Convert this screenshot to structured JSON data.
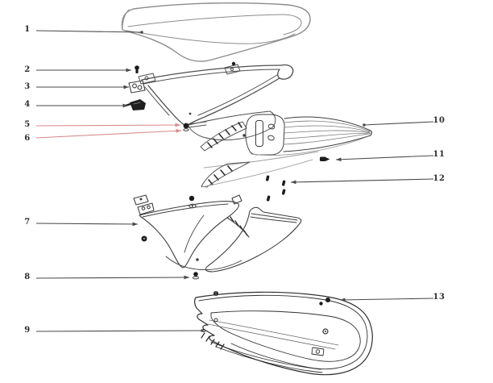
{
  "diagram": {
    "kind": "exploded-parts-diagram",
    "colors": {
      "background": "#ffffff",
      "leader_line": "#4a4a4a",
      "red_leader_line": "#d98b8b",
      "artwork_dark": "#3f3f3f",
      "artwork_light": "#8c8c8c",
      "fastener_fill": "#1c1c1c"
    },
    "callouts": [
      {
        "number": "1",
        "target": "seat",
        "label": [
          34,
          37
        ],
        "line": [
          45,
          38,
          176,
          40
        ],
        "tip": "dot",
        "color": "#4a4a4a"
      },
      {
        "number": "2",
        "target": "bolt",
        "label": [
          34,
          87
        ],
        "line": [
          45,
          87,
          163,
          87
        ],
        "tip": "arrow",
        "color": "#4a4a4a"
      },
      {
        "number": "3",
        "target": "hinge-bracket",
        "label": [
          34,
          108
        ],
        "line": [
          45,
          108,
          160,
          108
        ],
        "tip": "arrow",
        "color": "#4a4a4a"
      },
      {
        "number": "4",
        "target": "bracket",
        "label": [
          34,
          130
        ],
        "line": [
          45,
          131,
          159,
          131
        ],
        "tip": "arrow",
        "color": "#4a4a4a"
      },
      {
        "number": "5",
        "target": "bolt",
        "label": [
          34,
          155
        ],
        "line": [
          45,
          156,
          224,
          155
        ],
        "tip": "arrow",
        "color": "#d98b8b"
      },
      {
        "number": "6",
        "target": "bolt",
        "label": [
          34,
          172
        ],
        "line": [
          45,
          171,
          225,
          162
        ],
        "tip": "arrow",
        "color": "#d98b8b"
      },
      {
        "number": "7",
        "target": "side-cover",
        "label": [
          34,
          276
        ],
        "line": [
          45,
          277,
          171,
          278
        ],
        "tip": "arrow",
        "color": "#4a4a4a"
      },
      {
        "number": "8",
        "target": "bolt",
        "label": [
          34,
          344
        ],
        "line": [
          45,
          345,
          235,
          344
        ],
        "tip": "arrow",
        "color": "#4a4a4a"
      },
      {
        "number": "9",
        "target": "chain-guard",
        "label": [
          34,
          410
        ],
        "line": [
          45,
          411,
          251,
          410
        ],
        "tip": "dot",
        "color": "#4a4a4a"
      },
      {
        "number": "10",
        "target": "rear-fender",
        "label": [
          545,
          150
        ],
        "line": [
          538,
          151,
          452,
          155
        ],
        "tip": "dot",
        "color": "#4a4a4a"
      },
      {
        "number": "11",
        "target": "bolt",
        "label": [
          545,
          192
        ],
        "line": [
          538,
          193,
          417,
          198
        ],
        "tip": "arrow",
        "color": "#4a4a4a"
      },
      {
        "number": "12",
        "target": "screw-cluster",
        "label": [
          545,
          222
        ],
        "line": [
          538,
          222,
          361,
          226
        ],
        "tip": "arrow",
        "color": "#4a4a4a"
      },
      {
        "number": "13",
        "target": "bolt-pair",
        "label": [
          545,
          369
        ],
        "line": [
          538,
          370,
          422,
          372
        ],
        "tip": "arrow",
        "color": "#4a4a4a"
      }
    ]
  }
}
